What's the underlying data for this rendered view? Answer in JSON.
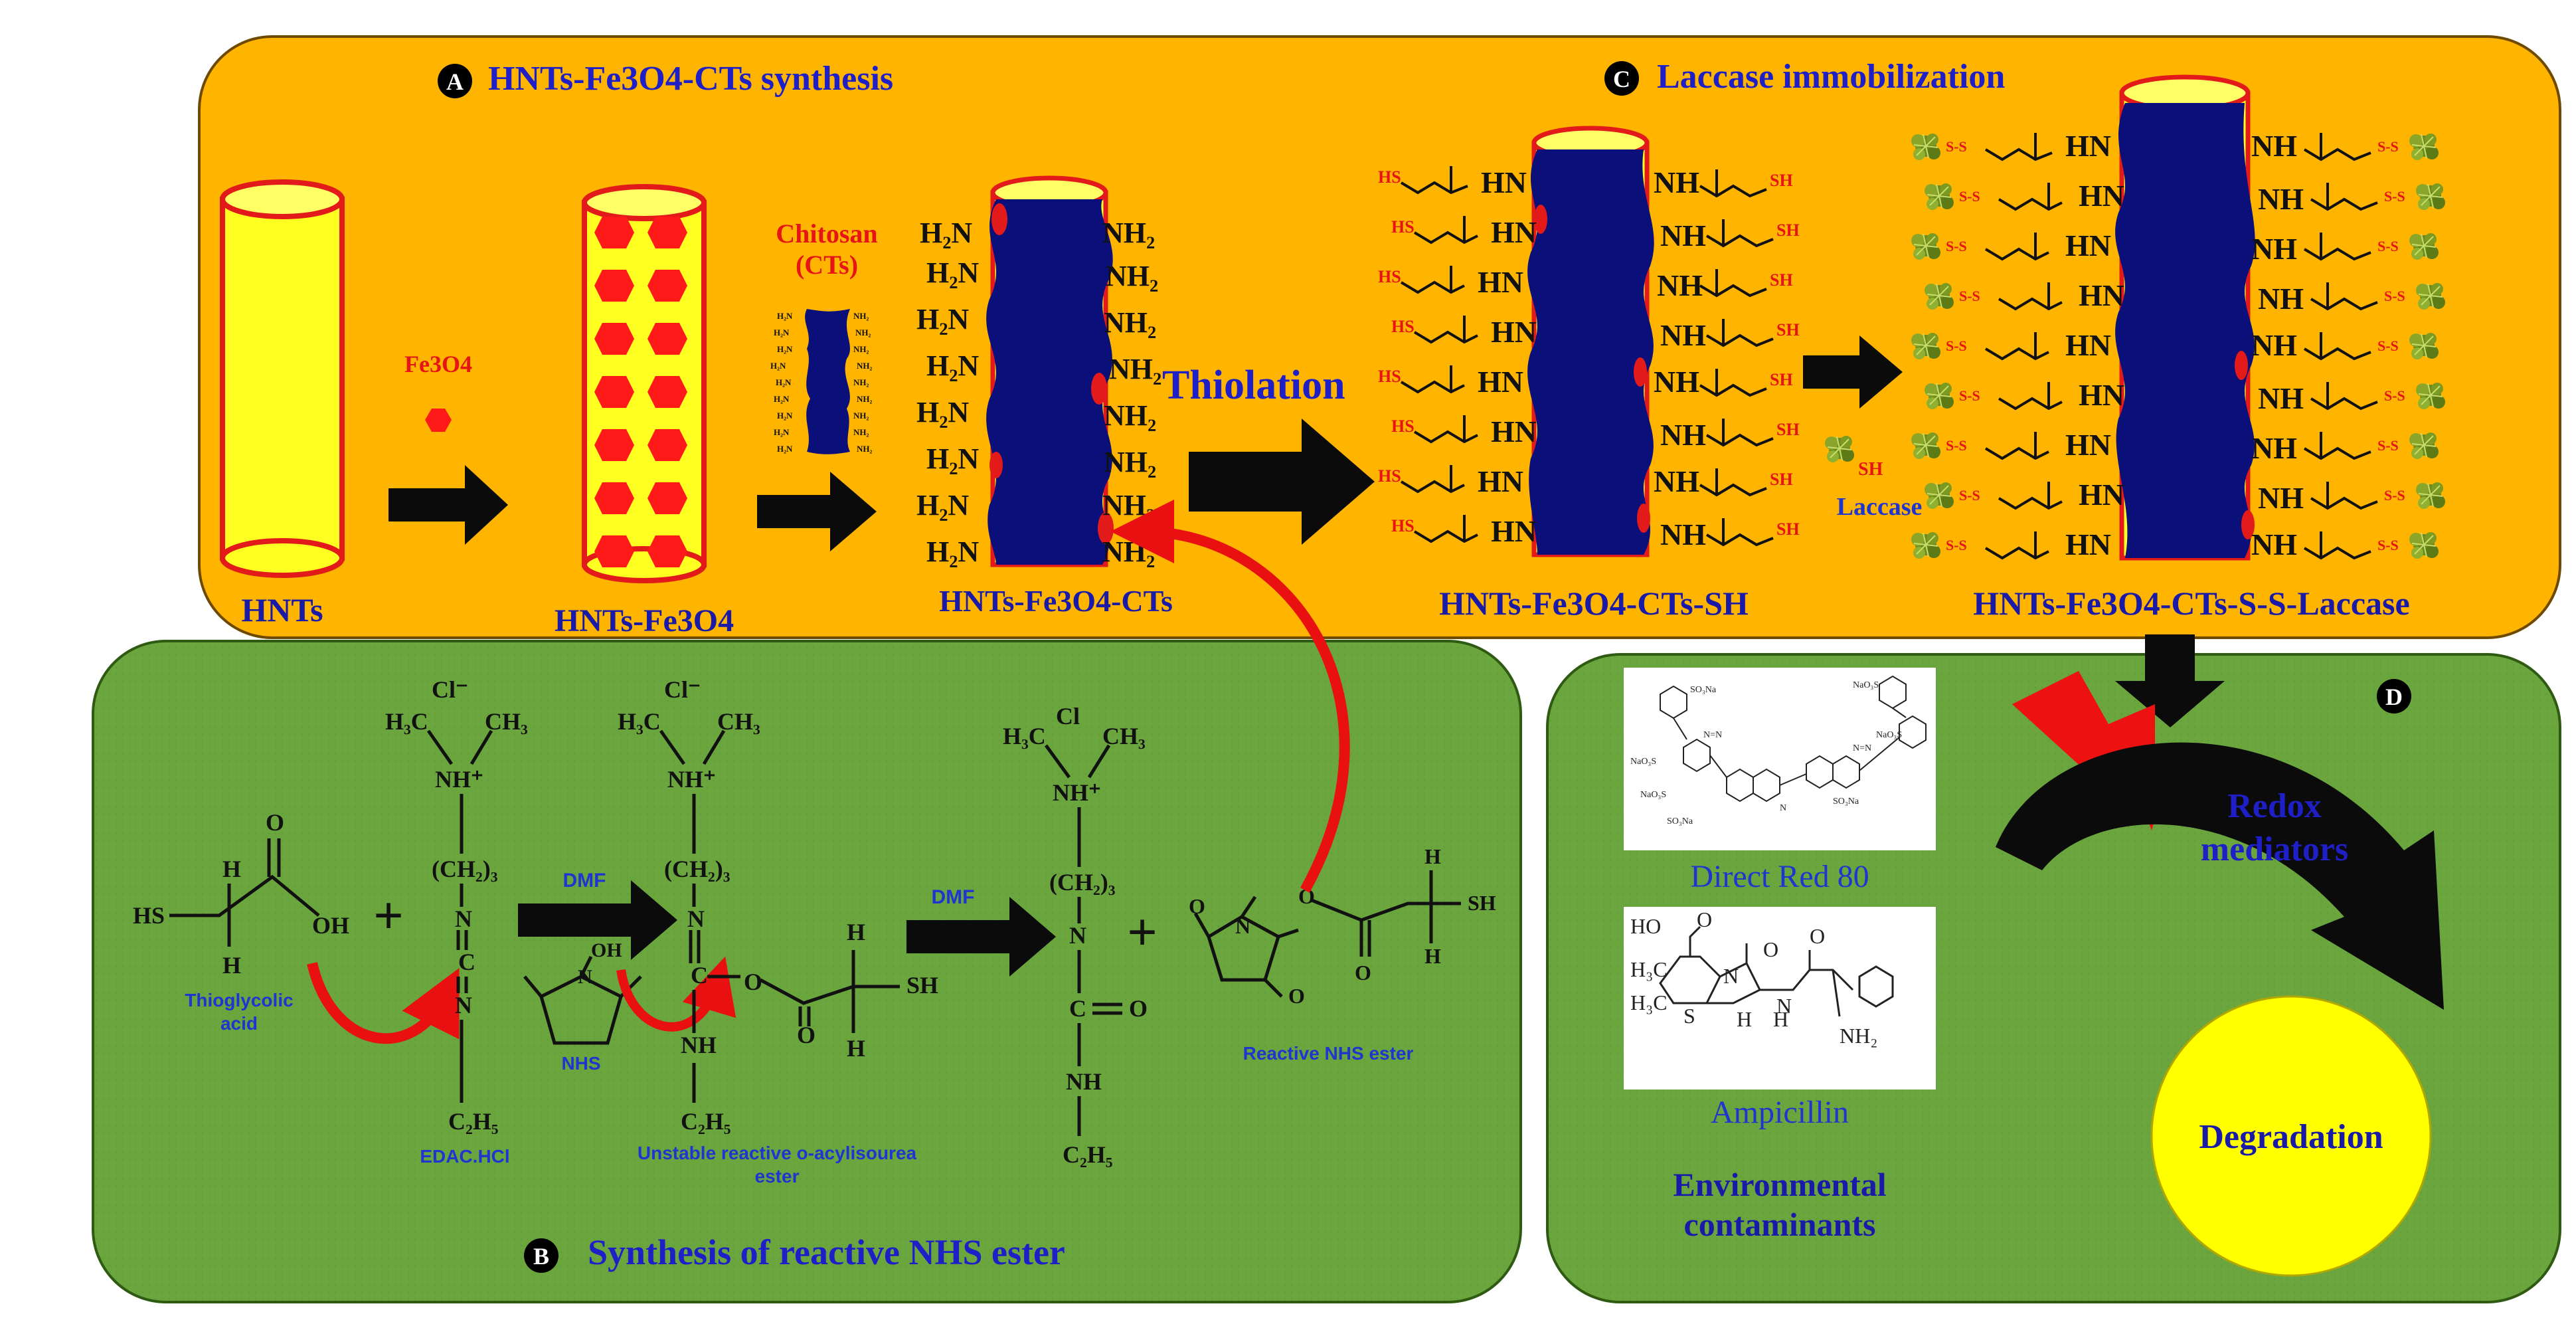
{
  "panels": {
    "A": {
      "letter": "A",
      "title": "HNTs-Fe3O4-CTs synthesis"
    },
    "B": {
      "letter": "B",
      "title": "Synthesis of reactive NHS ester"
    },
    "C": {
      "letter": "C",
      "title": "Laccase immobilization"
    },
    "D": {
      "letter": "D"
    }
  },
  "labels": {
    "hnts": "HNTs",
    "hnts_fe3o4": "HNTs-Fe3O4",
    "fe3o4": "Fe3O4",
    "chitosan_1": "Chitosan",
    "chitosan_2": "(CTs)",
    "hnts_fe3o4_cts": "HNTs-Fe3O4-CTs",
    "thiolation": "Thiolation",
    "hnts_fe3o4_cts_sh": "HNTs-Fe3O4-CTs-SH",
    "laccase": "Laccase",
    "laccase_sh": "SH",
    "hnts_final": "HNTs-Fe3O4-CTs-S-S-Laccase",
    "thioglycolic_1": "Thioglycolic",
    "thioglycolic_2": "acid",
    "edac": "EDAC.HCl",
    "nhs": "NHS",
    "dmf1": "DMF",
    "dmf2": "DMF",
    "unstable_1": "Unstable reactive o-acylisourea",
    "unstable_2": "ester",
    "reactive_nhs": "Reactive NHS ester",
    "direct_red": "Direct Red 80",
    "ampicillin": "Ampicillin",
    "env_1": "Environmental",
    "env_2": "contaminants",
    "redox_1": "Redox",
    "redox_2": "mediators",
    "degradation": "Degradation"
  },
  "colors": {
    "panel_orange": "#ffb400",
    "panel_green": "#6aa53e",
    "tube_blue": "#0a0f7a",
    "fe3o4_red": "#ff1a1a",
    "tube_yellow": "#ffff22",
    "degradation_yellow": "#ffff00"
  }
}
